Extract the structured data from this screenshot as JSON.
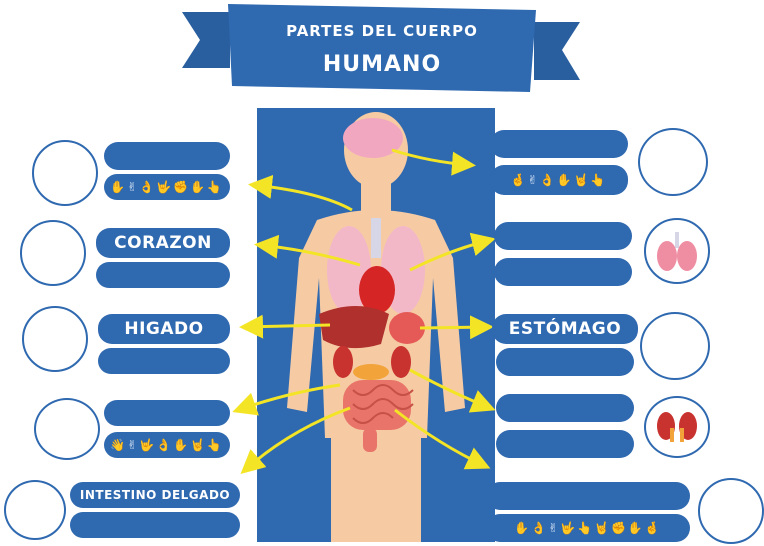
{
  "header": {
    "line1": "PARTES DEL CUERPO",
    "line2": "HUMANO"
  },
  "labels": {
    "corazon": "CORAZON",
    "higado": "HIGADO",
    "estomago": "ESTÓMAGO",
    "intestino_delgado": "INTESTINO DELGADO"
  },
  "sign_strips": {
    "left_1": "✋✌👌🤟✊✋👆",
    "right_1": "🤞✌👌✋🤘👆",
    "left_4": "👋✌🤟👌✋🤘👆",
    "right_5": "✋👌✌🤟👆🤘✊✋🤞"
  },
  "icons": {
    "lungs": "lungs-icon",
    "kidneys": "kidneys-icon"
  },
  "colors": {
    "blue": "#2f69b0",
    "arrow": "#f3e526",
    "skin": "#f6cba4"
  }
}
